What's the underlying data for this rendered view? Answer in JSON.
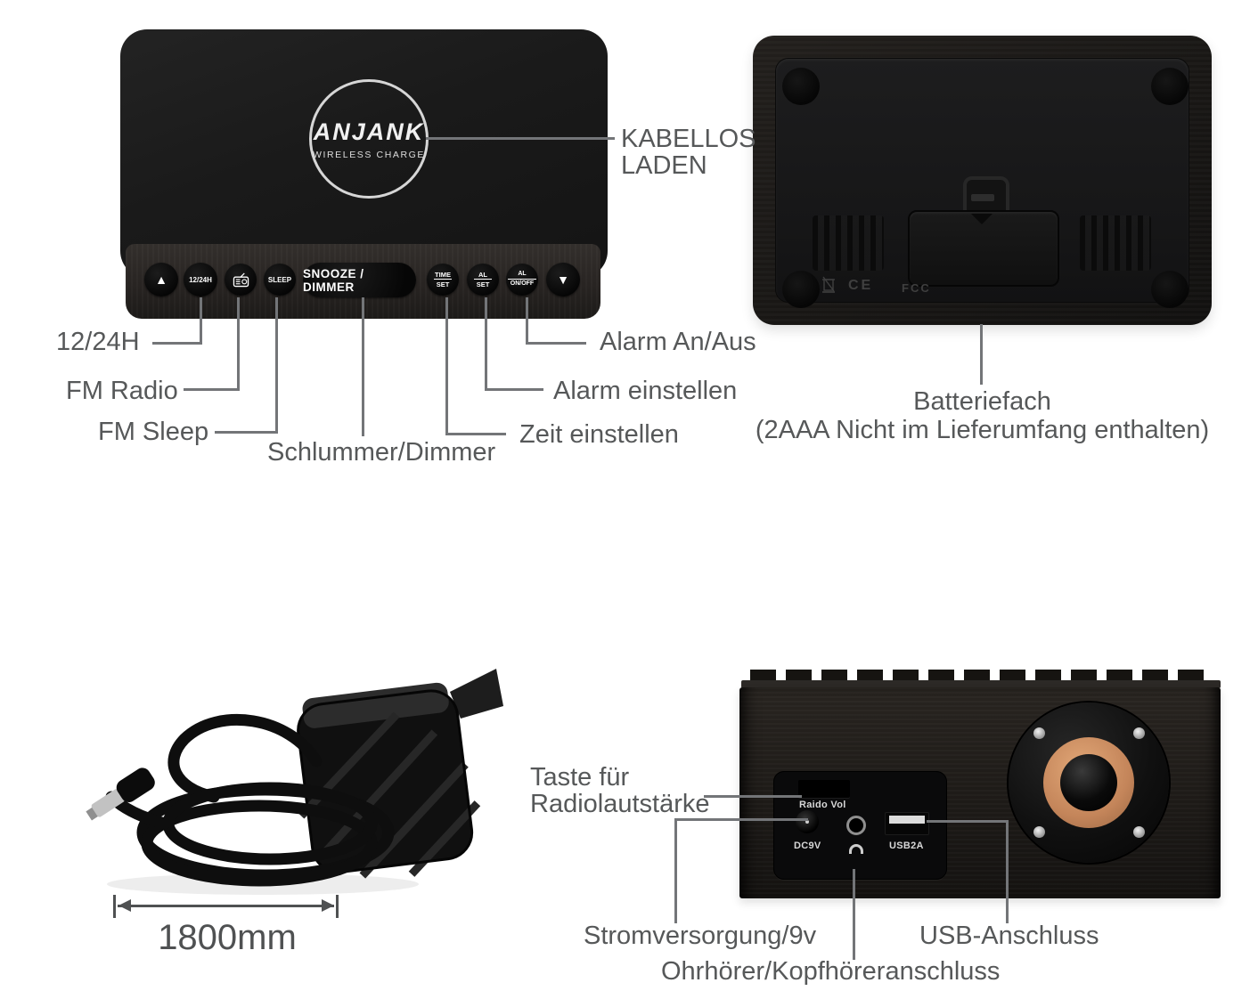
{
  "front_view": {
    "logo": {
      "brand": "ANJANK",
      "subtitle": "WIRELESS CHARGE"
    },
    "buttons": {
      "up": "▲",
      "hour_mode": "12/24H",
      "sleep": "SLEEP",
      "snooze": "SNOOZE / DIMMER",
      "time_set": {
        "top": "TIME",
        "bottom": "SET"
      },
      "al_set": {
        "top": "AL",
        "bottom": "SET"
      },
      "al_onoff": {
        "top": "AL",
        "bottom": "ON/OFF"
      },
      "down": "▼"
    },
    "callouts": {
      "wireless_charge": "KABELLOS LADEN",
      "hour_mode": "12/24H",
      "fm_radio": "FM Radio",
      "fm_sleep": "FM Sleep",
      "snooze_dimmer": "Schlummer/Dimmer",
      "time_set": "Zeit einstellen",
      "alarm_set": "Alarm einstellen",
      "alarm_onoff": "Alarm An/Aus"
    }
  },
  "back_view": {
    "battery_callout": {
      "line1": "Batteriefach",
      "line2": "(2AAA Nicht im Lieferumfang enthalten)"
    },
    "cert_marks": {
      "ce": "CE",
      "fcc": "FCC"
    }
  },
  "adapter_view": {
    "cable_length": "1800mm"
  },
  "rear_view": {
    "ports": {
      "radio_vol": "Raido Vol",
      "dc": "DC9V",
      "usb": "USB2A"
    },
    "callouts": {
      "radio_volume": "Taste für Radiolautstärke",
      "power": "Stromversorgung/9v",
      "usb": "USB-Anschluss",
      "headphone": "Ohrhörer/Kopfhöreranschluss"
    }
  },
  "colors": {
    "label_gray": "#565859",
    "line_gray": "#737578",
    "device_black": "#1a1a1a",
    "wood_dark": "#282422",
    "copper": "#c4855a"
  }
}
